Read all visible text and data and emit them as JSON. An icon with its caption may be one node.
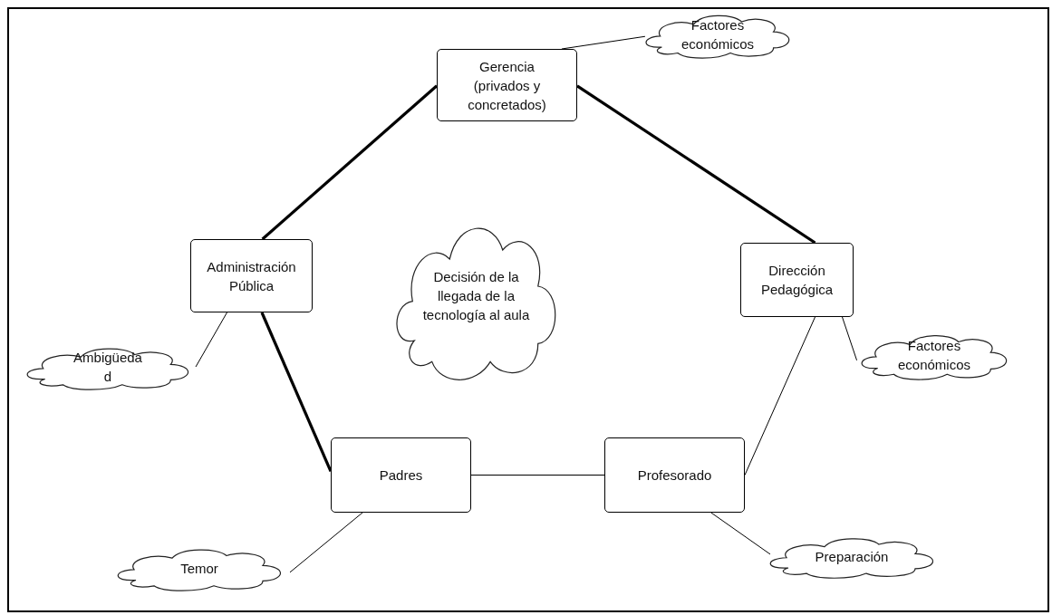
{
  "diagram": {
    "nodes": [
      {
        "text": [
          "Gerencia (privados y concretados)"
        ]
      },
      {
        "text": [
          "Factores económicos"
        ]
      },
      {
        "text": [
          "Administración Pública"
        ]
      },
      {
        "text": [
          "Decisión de la llegada de la tecnología al aula"
        ]
      },
      {
        "text": [
          "Dirección Pedagógica"
        ]
      },
      {
        "text": [
          "Factores económicos"
        ]
      },
      {
        "text": [
          "Ambigüedad"
        ]
      },
      {
        "text": [
          "Padres"
        ]
      },
      {
        "text": [
          "Profesorado"
        ]
      },
      {
        "text": [
          "Temor"
        ]
      },
      {
        "text": [
          "Preparación"
        ]
      }
    ],
    "edges": [
      {
        "from": 0,
        "to": 1,
        "arrow": "none"
      },
      {
        "from": 0,
        "to": 2,
        "arrow": "none",
        "style": "thick"
      },
      {
        "from": 0,
        "to": 4,
        "arrow": "none",
        "style": "thick"
      },
      {
        "from": 2,
        "to": 6,
        "arrow": "none"
      },
      {
        "from": 2,
        "to": 7,
        "arrow": "none",
        "style": "thick"
      },
      {
        "from": 4,
        "to": 5,
        "arrow": "none"
      },
      {
        "from": 4,
        "to": 8,
        "arrow": "none"
      },
      {
        "from": 7,
        "to": 8,
        "arrow": "none"
      },
      {
        "from": 7,
        "to": 9,
        "arrow": "none"
      },
      {
        "from": 8,
        "to": 10,
        "arrow": "none"
      }
    ]
  }
}
